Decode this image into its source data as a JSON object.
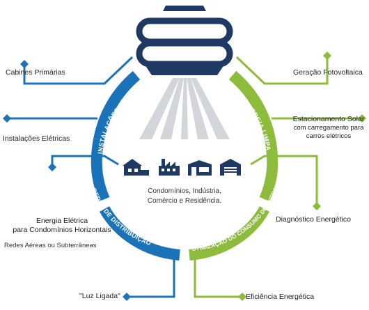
{
  "colors": {
    "blue": "#1a73b8",
    "green": "#8dbb3c",
    "navy": "#1e3a63",
    "ray": "#d2d6da"
  },
  "bands": {
    "instalacoes": "INSTALAÇÕES",
    "redes": "REDES DE DISTRIBUIÇÃO",
    "energia_limpa": "ENERGIA LIMPA",
    "otimizacao": "OTIMIZAÇÃO DO CONSUMO DE ENERGIA"
  },
  "left_labels": {
    "cabines": "Cabines Primárias",
    "instalacoes_eletricas": "Instalações Elétricas",
    "energia_eletrica_line1": "Energia Elétrica",
    "energia_eletrica_line2": "para Condomínios Horizontais",
    "redes_aereas": "Redes Aéreas ou Subterrâneas",
    "luz_ligada": "\"Luz Ligada\""
  },
  "right_labels": {
    "geracao": "Geração Fotovoltaica",
    "estacionamento": "Estacionamento Solar",
    "estacionamento_sub1": "com carregamento para",
    "estacionamento_sub2": "carros elétricos",
    "diagnostico": "Diagnóstico Energético",
    "eficiencia": "Eficiência Energética"
  },
  "center": {
    "line1": "Condomínios, Indústria,",
    "line2": "Comércio e Residência."
  },
  "icons": [
    "house-icon",
    "factory-icon",
    "commercial-building-icon",
    "warehouse-icon"
  ]
}
